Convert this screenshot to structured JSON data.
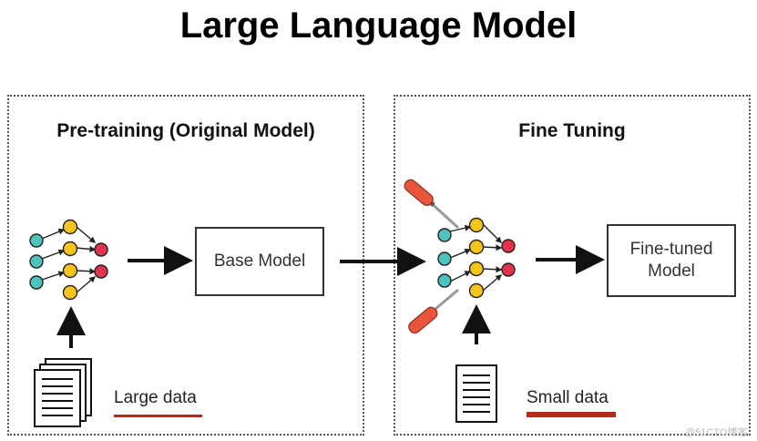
{
  "title": "Large Language Model",
  "panels": {
    "pretraining": {
      "title": "Pre-training (Original Model)"
    },
    "finetuning": {
      "title": "Fine Tuning"
    }
  },
  "boxes": {
    "base_model": "Base Model",
    "fine_tuned_line1": "Fine-tuned",
    "fine_tuned_line2": "Model"
  },
  "data_labels": {
    "large": "Large data",
    "small": "Small data"
  },
  "watermark": "@51CTO博客",
  "colors": {
    "input_node": "#4ec3be",
    "hidden_node": "#f5c518",
    "output_node": "#e2334a",
    "underline": "#b52a1c",
    "screwdriver": "#e8553a",
    "arrow": "#111111"
  },
  "icons": [
    "neural-network-icon",
    "document-stack-icon",
    "document-icon",
    "screwdriver-icon"
  ]
}
